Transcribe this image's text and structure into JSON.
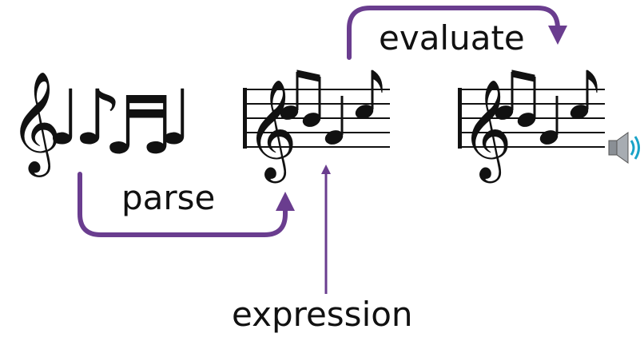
{
  "labels": {
    "parse": "parse",
    "evaluate": "evaluate",
    "expression": "expression"
  },
  "symbols": {
    "treble_clef": "𝄞",
    "quarter_note": "♩",
    "eighth_note": "♪",
    "beamed_sixteenths": "♬"
  },
  "icons": {
    "speaker": "speaker-icon"
  },
  "colors": {
    "arrow": "#6a3d8f",
    "ink": "#111111",
    "speaker_wave": "#1aa3c8",
    "speaker_body": "#8a8f95"
  }
}
